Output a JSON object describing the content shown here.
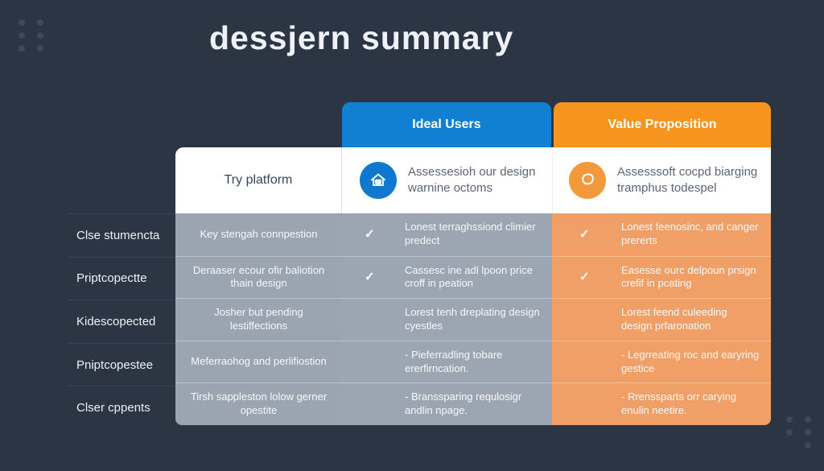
{
  "title": "dessjern summary",
  "colors": {
    "background": "#2b3544",
    "blue_header": "#1180d2",
    "orange_header": "#f6941e",
    "gray_cell": "#9ba6b2",
    "orange_cell": "#f0a066",
    "blue_icon_circle": "#1079cf",
    "orange_icon_circle": "#f2993c"
  },
  "icons": {
    "ideal": "home-icon",
    "value": "chat-blob-icon",
    "check": "checkmark-icon"
  },
  "table": {
    "platform_header": "Try platform",
    "columns": {
      "ideal": {
        "header": "Ideal Users",
        "sub": "Assessesioh our design warnine octoms"
      },
      "value": {
        "header": "Value Proposition",
        "sub": "Assesssoft cocpd biarging tramphus todespel"
      }
    },
    "rows": [
      {
        "label": "Clse stumencta",
        "platform": "Key stengah connpestion",
        "ideal_check": "✓",
        "ideal_text": "Lonest terraghssiond climier predect",
        "value_check": "✓",
        "value_text": "Lonest feenosinc, and canger prererts"
      },
      {
        "label": "Priptcopectte",
        "platform": "Deraaser ecour ofir baliotion thain design",
        "ideal_check": "✓",
        "ideal_text": "Cassesc ine adl lpoon price croff in peation",
        "value_check": "✓",
        "value_text": "Easesse ourc delpoun prsign crefif in pcating"
      },
      {
        "label": "Kidescopected",
        "platform": "Josher but pending lestiffections",
        "ideal_check": "",
        "ideal_text": "Lorest tenh dreplating design cyestles",
        "value_check": "",
        "value_text": "Lorest feend culeeding design prfaronation"
      },
      {
        "label": "Pniptcopestee",
        "platform": "Meferraohog and perlifiostion",
        "ideal_check": "",
        "ideal_text": "- Pieferradling tobare ererfirncation.",
        "value_check": "",
        "value_text": "- Legrreating roc and earyring gestice"
      },
      {
        "label": "Clser cppents",
        "platform": "Tirsh sappleston lolow gerner opestite",
        "ideal_check": "",
        "ideal_text": "- Branssparing requlosigr andlin npage.",
        "value_check": "",
        "value_text": "- Rrenssparts orr carying enulin neetire."
      }
    ]
  }
}
